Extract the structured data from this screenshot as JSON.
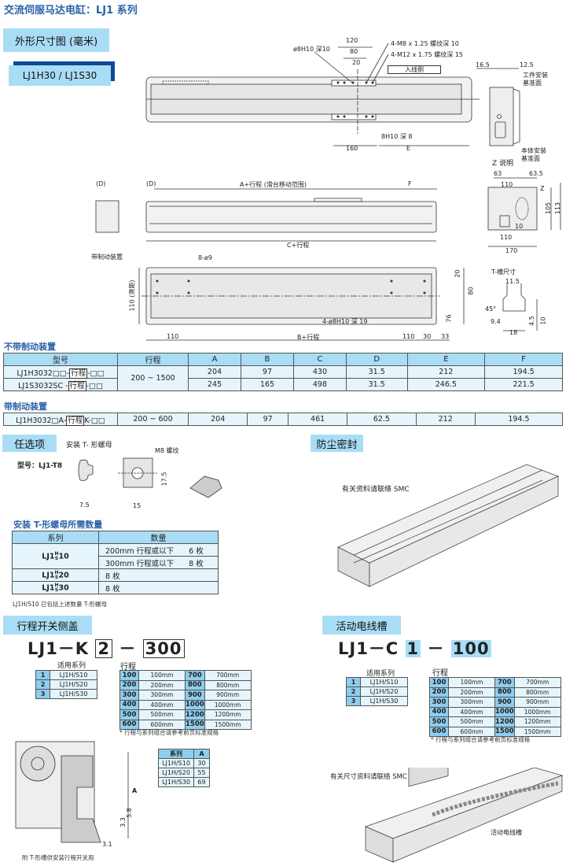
{
  "title": "交流伺服马达电缸：LJ1 系列",
  "outline": {
    "tab": "外形尺寸图 (毫米)",
    "model_tab": "LJ1H30 / LJ1S30"
  },
  "top_view": {
    "hole": "ø8H10 深10",
    "d120": "120",
    "d80": "80",
    "d20": "20",
    "m8": "4-M8 x 1.25 螺纹深 10",
    "m12": "4-M12 x 1.75 螺纹深 15",
    "cable_side": "入线侧",
    "h8": "8H10 深 8",
    "d160": "160",
    "e": "E"
  },
  "z_view": {
    "d165": "16.5",
    "d125": "12.5",
    "work_ref": "工件安装",
    "work_ref2": "基准面",
    "body_ref": "本体安装",
    "body_ref2": "基准面",
    "caption": "Z 说明"
  },
  "side_view": {
    "d1": "(D)",
    "d2": "(D)",
    "a": "A+行程 (滑台移动范围)",
    "f": "F",
    "c": "C+行程",
    "brake": "带制动装置"
  },
  "end_view": {
    "d63": "63",
    "d635": "63.5",
    "d110a": "110",
    "z": "Z",
    "d105": "105",
    "d113": "113",
    "d10": "10",
    "d110b": "110",
    "d170": "170"
  },
  "bottom_view": {
    "holes": "8-ø9",
    "slide": "110 (滑距)",
    "pins": "4-ø8H10 深 19",
    "d20": "20",
    "d80": "80",
    "d76": "76",
    "d110a": "110",
    "b": "B+行程",
    "d110b": "110",
    "d30": "30",
    "d33": "33"
  },
  "tslot": {
    "title": "T-槽尺寸",
    "d115": "11.5",
    "deg": "45°",
    "d94": "9.4",
    "d18": "18",
    "d45": "4.5",
    "d10": "10"
  },
  "dims_table": {
    "title": "不带制动装置",
    "headers": [
      "型号",
      "行程",
      "A",
      "B",
      "C",
      "D",
      "E",
      "F"
    ],
    "rows": [
      {
        "model_a": "LJ1H3032□□-",
        "model_box": "行程",
        "model_b": "-□□",
        "stroke": "200 ~ 1500",
        "vals": [
          "204",
          "97",
          "430",
          "31.5",
          "212",
          "194.5"
        ]
      },
      {
        "model_a": "LJ1S3032SC -",
        "model_box": "行程",
        "model_b": "-□□",
        "stroke": "",
        "vals": [
          "245",
          "165",
          "498",
          "31.5",
          "246.5",
          "221.5"
        ]
      }
    ]
  },
  "brake_table": {
    "title": "带制动装置",
    "row": {
      "model_a": "LJ1H3032□A-",
      "model_box": "行程",
      "model_b": "K-□□",
      "stroke": "200 ~ 600",
      "vals": [
        "204",
        "97",
        "461",
        "62.5",
        "212",
        "194.5"
      ]
    }
  },
  "options": {
    "tab": "任选项",
    "subtitle": "安装 T- 形螺母",
    "model": "型号：LJ1-T8",
    "m8": "M8 螺纹",
    "d175": "17.5",
    "d75": "7.5",
    "d15": "15"
  },
  "dust": {
    "tab": "防尘密封",
    "note": "有关资料请联络 SMC"
  },
  "nut_qty": {
    "title": "安装 T-形螺母所需数量",
    "headers": [
      "系列",
      "数量"
    ],
    "s10": {
      "pre": "LJ1",
      "top": "H",
      "bot": "S",
      "post": "10"
    },
    "r1": "200mm 行程或以下　　6 枚",
    "r2": "300mm 行程或以下　　8 枚",
    "s20": {
      "pre": "LJ1",
      "top": "H",
      "bot": "S",
      "post": "20"
    },
    "r3": "8 枚",
    "s30": {
      "pre": "LJ1",
      "top": "H",
      "bot": "S",
      "post": "30"
    },
    "r4": "8 枚",
    "note": "LJ1H/S10 已包括上述数量 T-形螺母"
  },
  "switch_cover": {
    "tab": "行程开关侧盖",
    "code_a": "LJ1－K",
    "code_box1": "2",
    "code_dash": "－",
    "code_box2": "300",
    "series_label": "适用系列",
    "stroke_label": "行程",
    "note": "* 行程与系列组合请参考前页标准规格",
    "caption": "附 T-形槽供安装行程开关用"
  },
  "cable_track": {
    "tab": "活动电线槽",
    "code_a": "LJ1－C",
    "code_box1": "1",
    "code_dash": "－",
    "code_box2": "100",
    "series_label": "适用系列",
    "stroke_label": "行程",
    "note": "* 行程与系列组合请参考前页标准规格",
    "contact": "有关尺寸资料请联络 SMC",
    "label": "活动电线槽"
  },
  "series": [
    {
      "k": "1",
      "s": "LJ1H/S10"
    },
    {
      "k": "2",
      "s": "LJ1H/S20"
    },
    {
      "k": "3",
      "s": "LJ1H/S30"
    }
  ],
  "strokes": [
    [
      "100",
      "100mm",
      "700",
      "700mm"
    ],
    [
      "200",
      "200mm",
      "800",
      "800mm"
    ],
    [
      "300",
      "300mm",
      "900",
      "900mm"
    ],
    [
      "400",
      "400mm",
      "1000",
      "1000mm"
    ],
    [
      "500",
      "500mm",
      "1200",
      "1200mm"
    ],
    [
      "600",
      "600mm",
      "1500",
      "1500mm"
    ]
  ],
  "a_table": {
    "headers": [
      "系列",
      "A"
    ],
    "rows": [
      [
        "LJ1H/S10",
        "30"
      ],
      [
        "LJ1H/S20",
        "55"
      ],
      [
        "LJ1H/S30",
        "69"
      ]
    ],
    "d3": "3.3",
    "d58": "5.8",
    "a": "A",
    "d31": "3.1"
  },
  "colors": {
    "heading": "#2b62a8",
    "tab": "#a9ddf6",
    "cell": "#e6f5fc",
    "key": "#8fcdee",
    "dark": "#0a4a9c"
  }
}
